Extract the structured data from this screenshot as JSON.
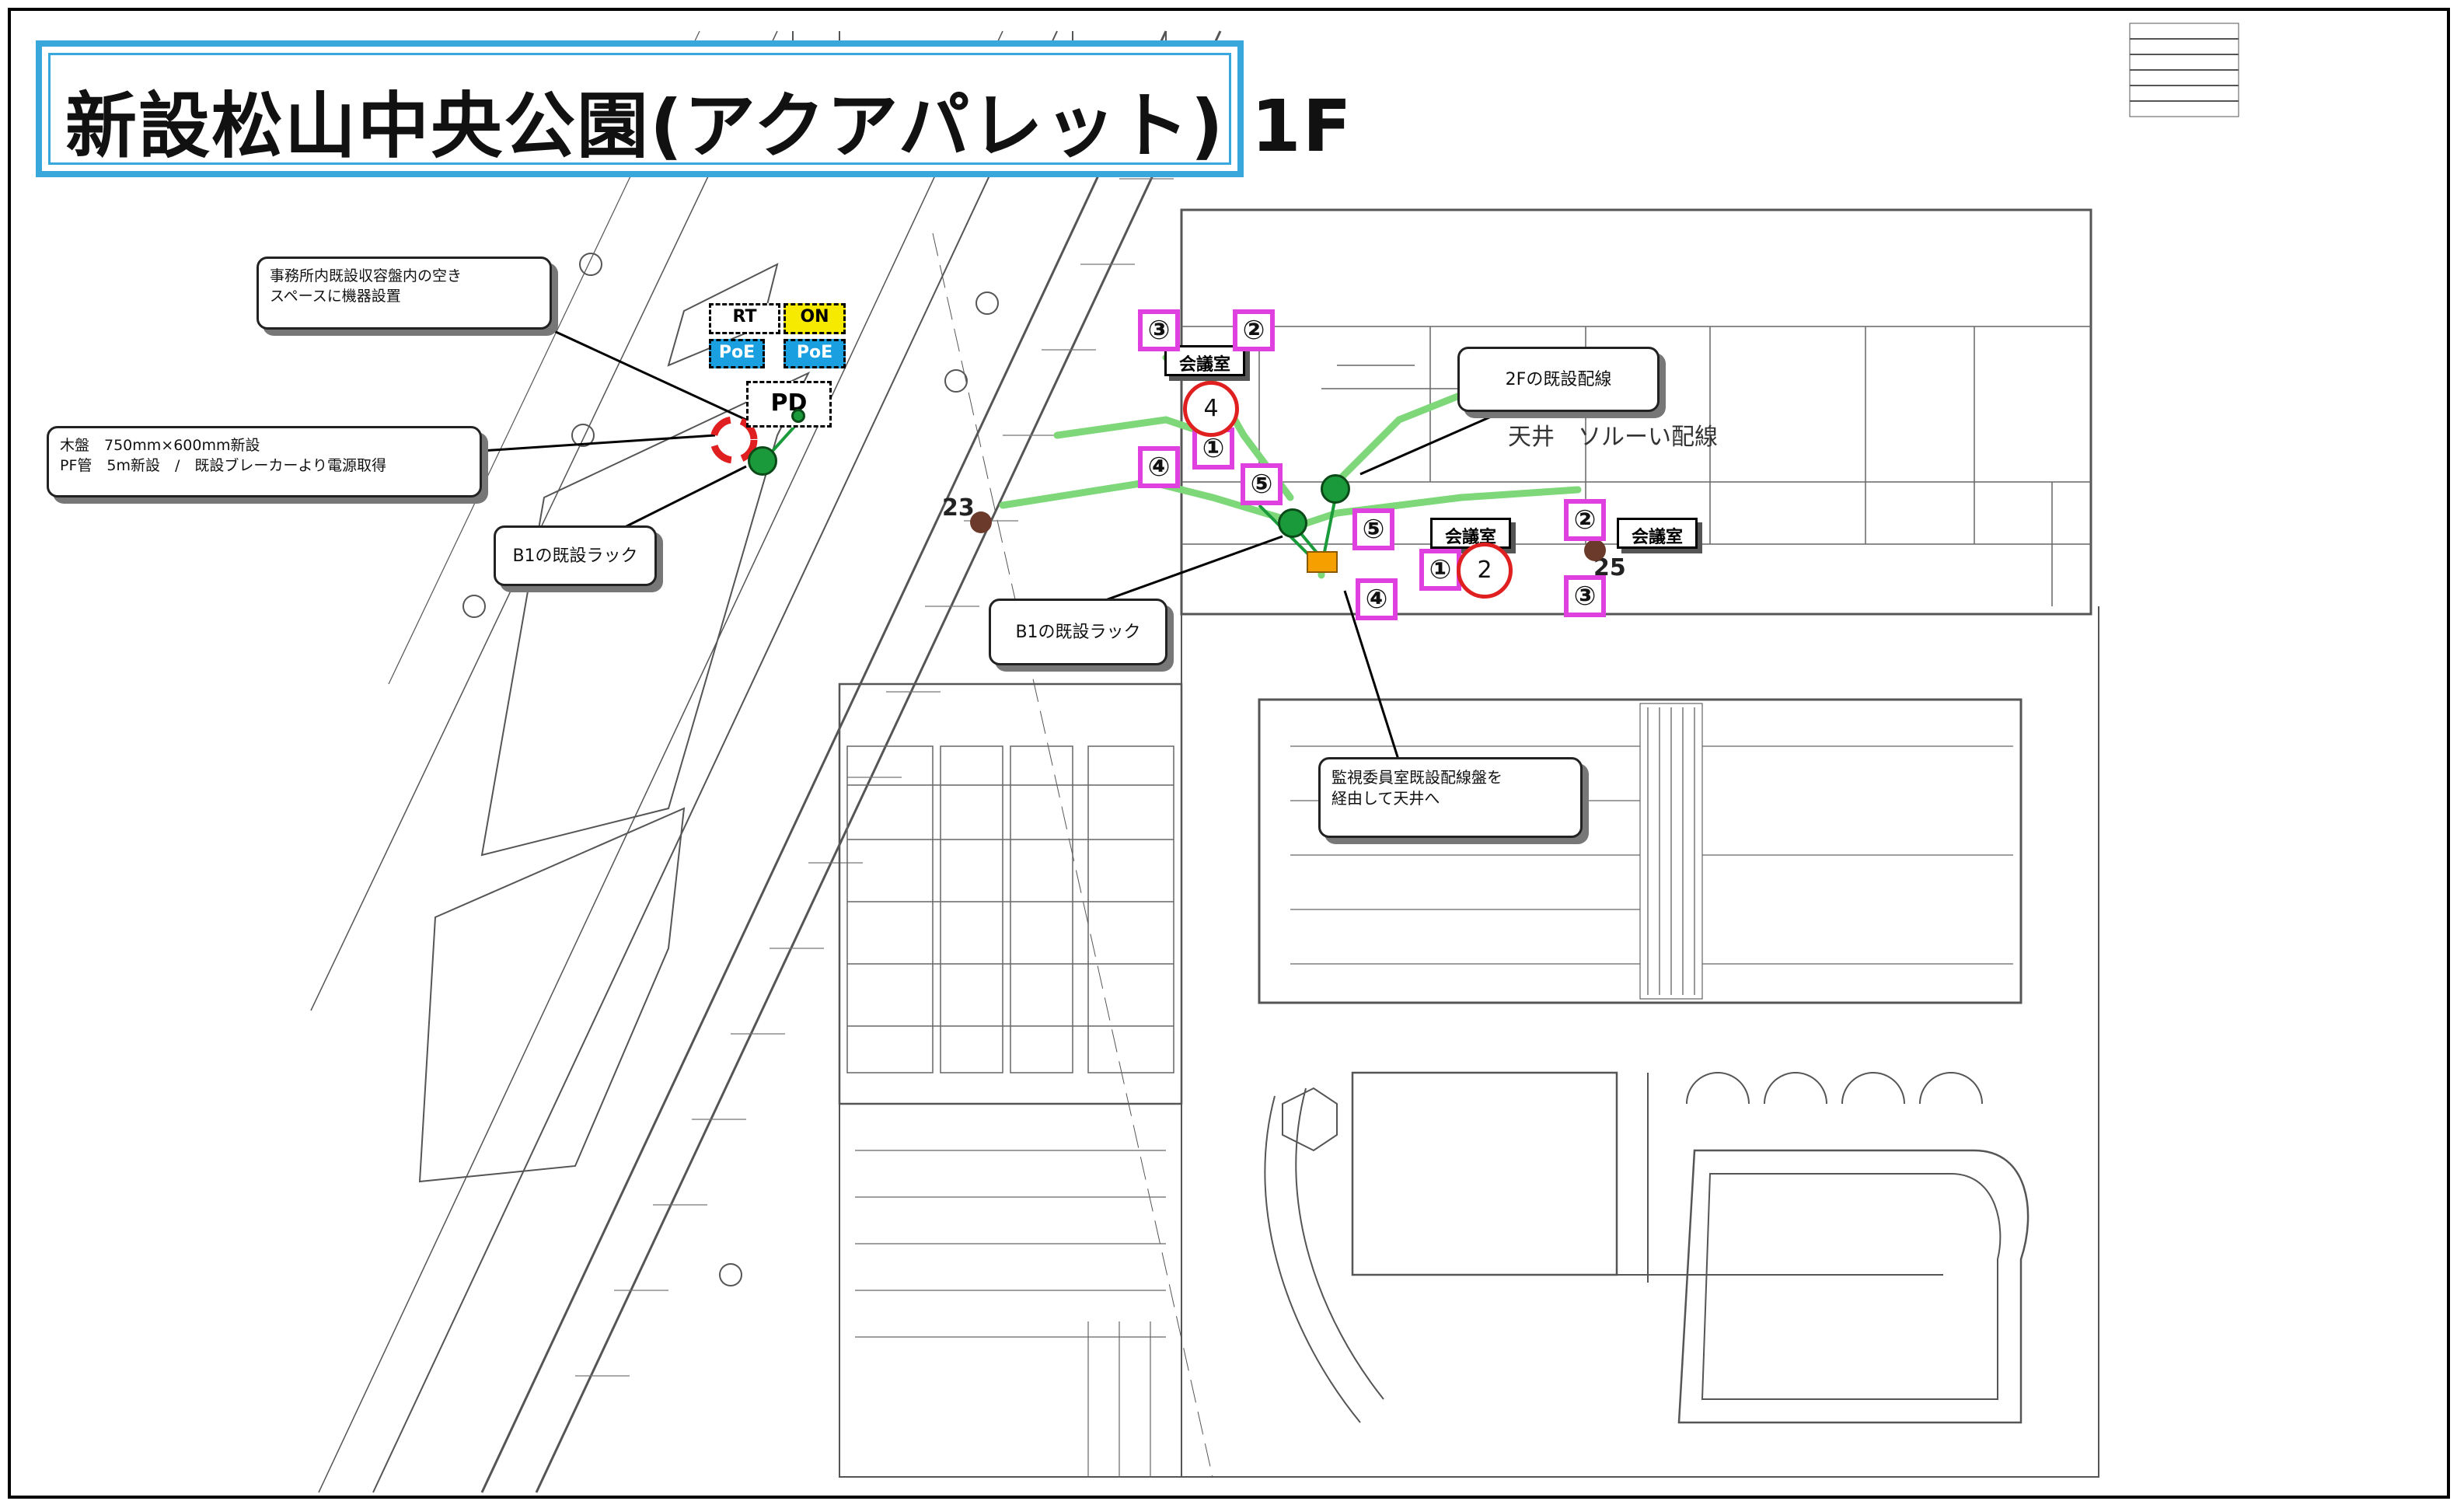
{
  "title": "新設松山中央公園(アクアパレット) 1F",
  "callouts": {
    "office_panel": "事務所内既設収容盤内の空き\nスペースに機器設置",
    "wood_board": "木盤　750mm×600mm新設\nPF管　5m新設　/　既設ブレーカーより電源取得",
    "b1_rack_left": "B1の既設ラック",
    "b1_rack_center": "B1の既設ラック",
    "second_floor_wiring": "2Fの既設配線",
    "monitor_room": "監視委員室既設配線盤を\n経由して天井へ"
  },
  "equipment": {
    "rt": "RT",
    "on": "ON",
    "poe_1": "PoE",
    "poe_2": "PoE",
    "pd": "PD"
  },
  "rooms": {
    "conf_top_left": "会議室",
    "conf_mid": "会議室",
    "conf_right": "会議室"
  },
  "markers": {
    "m3_top": "③",
    "m2_top": "②",
    "m4_left": "④",
    "m1_left": "①",
    "m5_left": "⑤",
    "m5_mid": "⑤",
    "m4_mid": "④",
    "m1_mid": "①",
    "m2_right": "②",
    "m3_right": "③",
    "c4": "4",
    "c2": "2"
  },
  "plan_labels": {
    "grid_23": "23",
    "grid_25": "25",
    "hand_note": "天井　ソルーい配線"
  },
  "colors": {
    "title_border": "#38a8dc",
    "marker_border": "#e040e0",
    "green_route": "#7ed87a",
    "node_green": "#1a9a3a",
    "on_yellow": "#f5ea00",
    "poe_blue": "#1aa0e0",
    "red_circle": "#e02020"
  },
  "icons": {
    "node": "green-circle-node",
    "rack": "brown-circle-rack",
    "panel": "orange-square-panel"
  }
}
